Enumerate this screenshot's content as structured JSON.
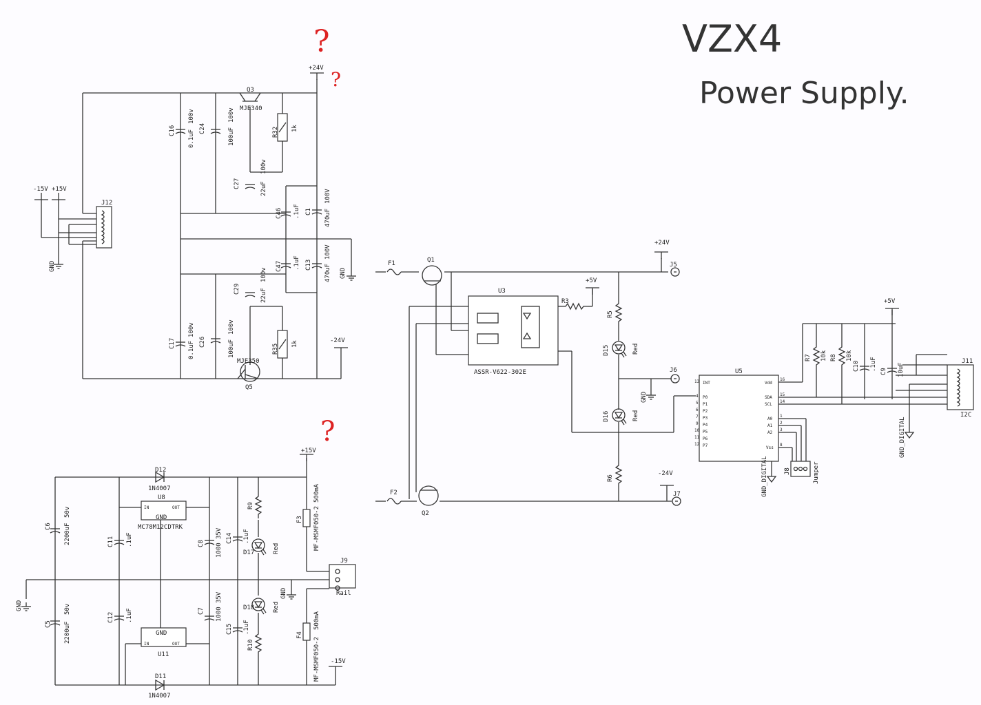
{
  "title": {
    "line1": "VZX4",
    "line2": "Power Supply."
  },
  "notes": {
    "q1": "?",
    "q2": "?",
    "q3": "?"
  },
  "top_section": {
    "rails": {
      "p24": "+24V",
      "m24": "-24V",
      "m15": "-15V",
      "p15": "+15V",
      "gnd": "GND"
    },
    "connector": "J12",
    "transistors": [
      {
        "ref": "Q3",
        "part": "MJE340"
      },
      {
        "ref": "Q5",
        "part": "MJE350"
      }
    ],
    "resistors": [
      {
        "ref": "R32",
        "value": "1k"
      },
      {
        "ref": "R35",
        "value": "1k"
      }
    ],
    "caps": [
      {
        "ref": "C16",
        "value": "0.1uF",
        "volt": "100v"
      },
      {
        "ref": "C24",
        "value": "100uF",
        "volt": "100v"
      },
      {
        "ref": "C27",
        "value": "22uF",
        "volt": "100v"
      },
      {
        "ref": "C46",
        "value": ".1uF"
      },
      {
        "ref": "C1",
        "value": "470uF",
        "volt": "100V"
      },
      {
        "ref": "C47",
        "value": ".1uF"
      },
      {
        "ref": "C13",
        "value": "470uF",
        "volt": "100V"
      },
      {
        "ref": "C29",
        "value": "22uF",
        "volt": "100v"
      },
      {
        "ref": "C17",
        "value": "0.1uF",
        "volt": "100v"
      },
      {
        "ref": "C26",
        "value": "100uF",
        "volt": "100v"
      }
    ]
  },
  "bottom_section": {
    "rails": {
      "p15": "+15V",
      "m15": "-15V",
      "gnd": "GND"
    },
    "diodes": [
      {
        "ref": "D12",
        "part": "1N4007"
      },
      {
        "ref": "D11",
        "part": "1N4007"
      }
    ],
    "regulators": [
      {
        "ref": "U8",
        "part": "MC78M12CDTRK"
      },
      {
        "ref": "U11"
      }
    ],
    "reg_pins": {
      "in": "IN",
      "out": "OUT",
      "gnd": "GND"
    },
    "caps": [
      {
        "ref": "C6",
        "value": "2200uF",
        "volt": "50v"
      },
      {
        "ref": "C5",
        "value": "2200uF",
        "volt": "50v"
      },
      {
        "ref": "C11",
        "value": ".1uF"
      },
      {
        "ref": "C12",
        "value": ".1uF"
      },
      {
        "ref": "C8",
        "value": "1000",
        "volt": "35V"
      },
      {
        "ref": "C7",
        "value": "1000",
        "volt": "35V"
      },
      {
        "ref": "C14",
        "value": ".1uF"
      },
      {
        "ref": "C15",
        "value": ".1uF"
      }
    ],
    "resistors": [
      {
        "ref": "R9"
      },
      {
        "ref": "R10"
      }
    ],
    "leds": [
      {
        "ref": "D17",
        "color": "Red"
      },
      {
        "ref": "D18",
        "color": "Red"
      }
    ],
    "fuses": [
      {
        "ref": "F3",
        "part": "MF-MSMF050-2",
        "rating": "500mA"
      },
      {
        "ref": "F4",
        "part": "MF-MSMF050-2",
        "rating": "500mA"
      }
    ],
    "connector": {
      "ref": "J9",
      "label": "Rail"
    }
  },
  "middle_section": {
    "rails": {
      "p24": "+24V",
      "p5": "+5V",
      "m24": "-24V",
      "gnd": "GND"
    },
    "fuses": [
      {
        "ref": "F1"
      },
      {
        "ref": "F2"
      }
    ],
    "mosfets": [
      {
        "ref": "Q1"
      },
      {
        "ref": "Q2"
      }
    ],
    "relay": {
      "ref": "U3",
      "part": "ASSR-V622-302E"
    },
    "resistors": [
      {
        "ref": "R3"
      },
      {
        "ref": "R5"
      },
      {
        "ref": "R6"
      }
    ],
    "leds": [
      {
        "ref": "D15",
        "color": "Red"
      },
      {
        "ref": "D16",
        "color": "Red"
      }
    ],
    "terminals": [
      "J5",
      "J6",
      "J7"
    ]
  },
  "right_section": {
    "rails": {
      "p5": "+5V",
      "gnd_digital": "GND_DIGITAL"
    },
    "expander": {
      "ref": "U5",
      "left_pins": [
        {
          "num": "13",
          "name": "INT"
        },
        {
          "num": "4",
          "name": "P0"
        },
        {
          "num": "5",
          "name": "P1"
        },
        {
          "num": "6",
          "name": "P2"
        },
        {
          "num": "7",
          "name": "P3"
        },
        {
          "num": "9",
          "name": "P4"
        },
        {
          "num": "10",
          "name": "P5"
        },
        {
          "num": "11",
          "name": "P6"
        },
        {
          "num": "12",
          "name": "P7"
        }
      ],
      "right_pins": [
        {
          "num": "16",
          "name": "Vdd"
        },
        {
          "num": "15",
          "name": "SDA"
        },
        {
          "num": "14",
          "name": "SCL"
        },
        {
          "num": "1",
          "name": "A0"
        },
        {
          "num": "2",
          "name": "A1"
        },
        {
          "num": "3",
          "name": "A2"
        },
        {
          "num": "8",
          "name": "Vss"
        }
      ]
    },
    "resistors": [
      {
        "ref": "R7",
        "value": "10k"
      },
      {
        "ref": "R8",
        "value": "10k"
      }
    ],
    "caps": [
      {
        "ref": "C10",
        "value": ".1uF"
      },
      {
        "ref": "C9",
        "value": "10uF"
      }
    ],
    "jumper": {
      "ref": "J8",
      "label": "Jumper"
    },
    "connector": {
      "ref": "J11",
      "label": "I2C"
    }
  }
}
